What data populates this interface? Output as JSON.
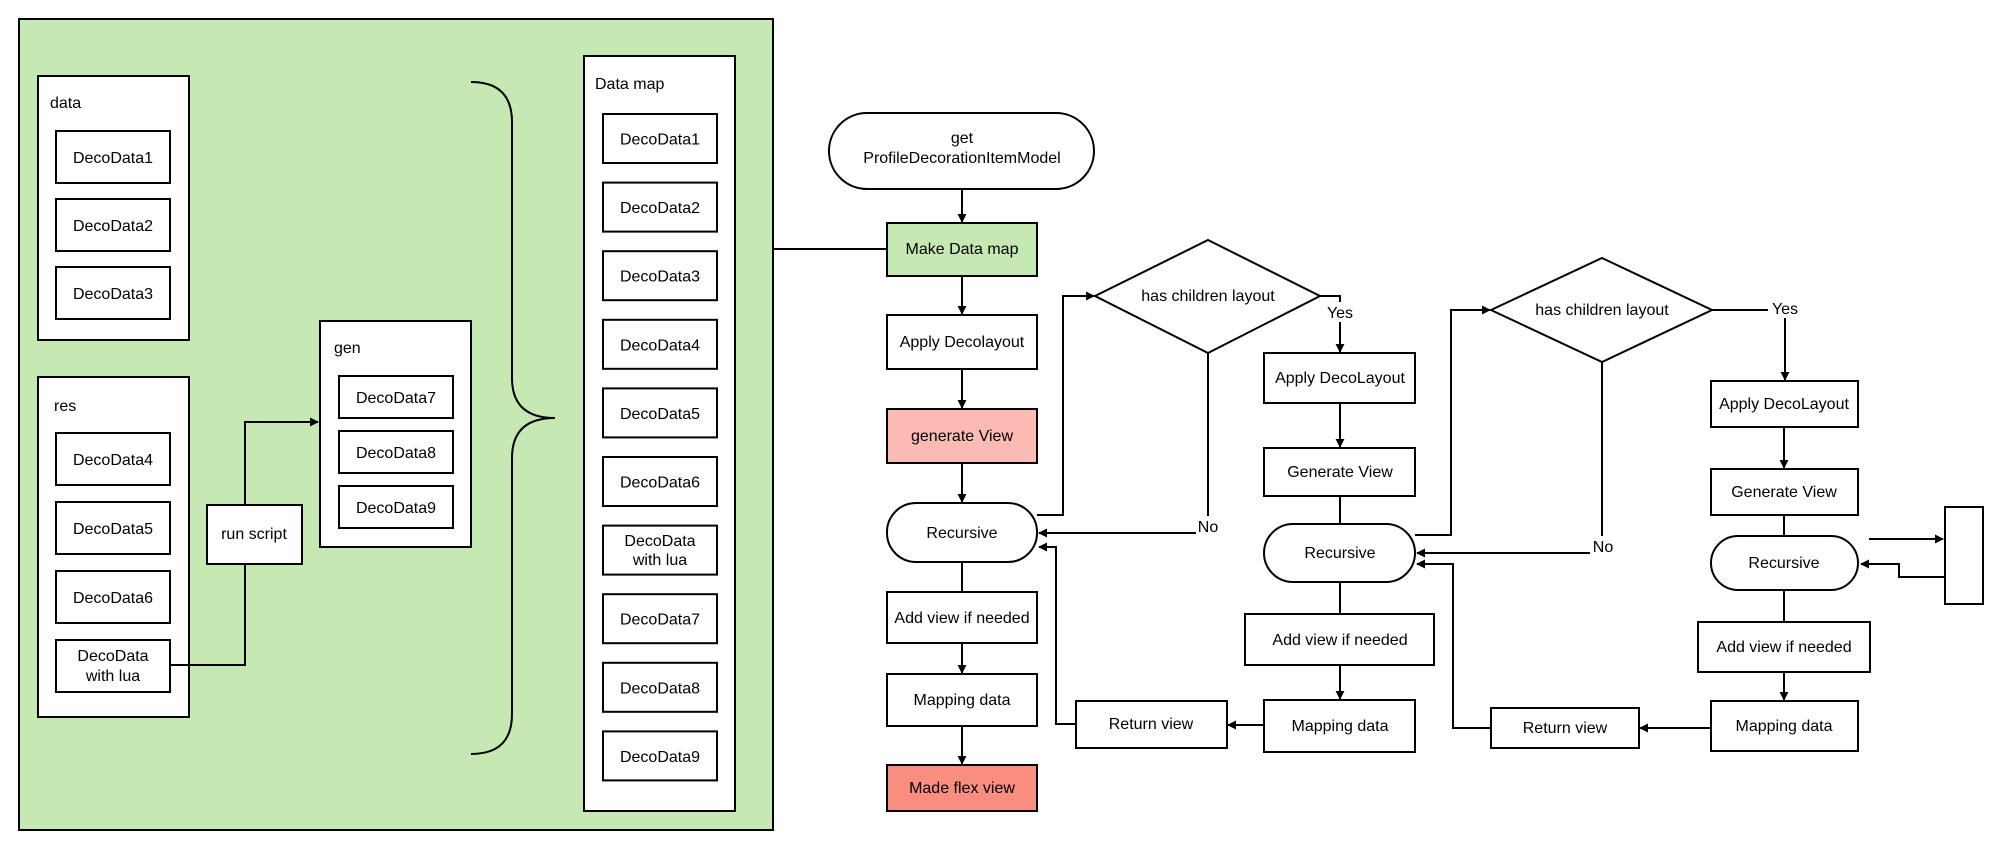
{
  "colors": {
    "panel_green": "#c6e8b2",
    "node_green": "#c6e8b2",
    "node_pink": "#fbbab3",
    "node_red": "#f98d80",
    "stroke": "#000000"
  },
  "left_panel": {
    "data_group": {
      "title": "data",
      "items": [
        "DecoData1",
        "DecoData2",
        "DecoData3"
      ]
    },
    "res_group": {
      "title": "res",
      "items": [
        "DecoData4",
        "DecoData5",
        "DecoData6",
        "DecoData with lua"
      ]
    },
    "run_script": "run script",
    "gen_group": {
      "title": "gen",
      "items": [
        "DecoData7",
        "DecoData8",
        "DecoData9"
      ]
    },
    "data_map": {
      "title": "Data map",
      "items": [
        "DecoData1",
        "DecoData2",
        "DecoData3",
        "DecoData4",
        "DecoData5",
        "DecoData6",
        "DecoData with lua",
        "DecoData7",
        "DecoData8",
        "DecoData9"
      ]
    }
  },
  "flow": {
    "start": "get ProfileDecorationItemModel",
    "make_data_map": "Make Data map",
    "apply_decolayout": "Apply Decolayout",
    "generate_view": "generate View",
    "recursive": "Recursive",
    "add_view": "Add view if needed",
    "mapping_data": "Mapping data",
    "made_flex_view": "Made flex view",
    "decision": "has children layout",
    "yes": "Yes",
    "no": "No",
    "apply_decolayout_2": "Apply DecoLayout",
    "generate_view_2": "Generate View",
    "return_view": "Return view"
  }
}
